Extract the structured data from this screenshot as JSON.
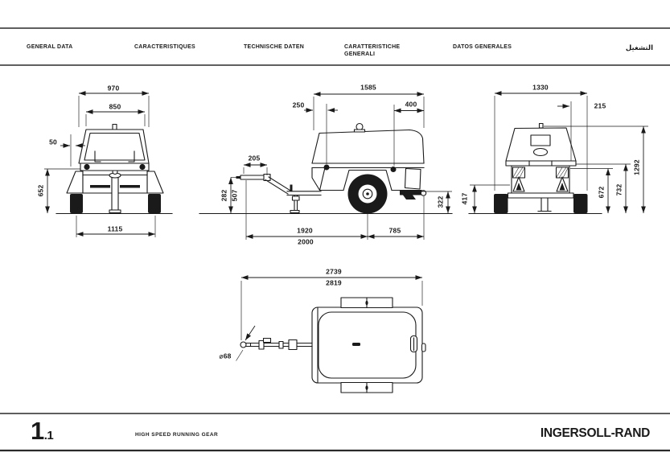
{
  "header": {
    "columns": [
      {
        "label": "GENERAL DATA"
      },
      {
        "label": "CARACTERISTIQUES"
      },
      {
        "label": "TECHNISCHE DATEN"
      },
      {
        "label": "CARATTERISTICHE\nGENERALI"
      },
      {
        "label": "DATOS GENERALES"
      },
      {
        "label": "التشغيل"
      }
    ]
  },
  "views": {
    "front": {
      "dims": {
        "overall_width": "970",
        "canopy_top_width": "850",
        "canopy_overhang": "50",
        "bed_height": "652",
        "track_width": "1115"
      }
    },
    "side": {
      "dims": {
        "body_length": "1585",
        "front_lifting_point": "250",
        "rear_lifting_point": "400",
        "towbar_handle_length": "205",
        "towbar_height_min": "282",
        "towbar_height_max": "507",
        "rear_clearance": "322",
        "eye_to_axle": "1920",
        "eye_to_axle_max": "2000",
        "axle_to_rear": "785"
      }
    },
    "rear": {
      "dims": {
        "overall_width": "1330",
        "canopy_offset": "215",
        "overall_height": "1292",
        "body_height_outer": "732",
        "body_height_inner": "672",
        "frame_height": "417"
      }
    },
    "top": {
      "dims": {
        "overall_length_min": "2739",
        "overall_length_max": "2819",
        "towing_eye_diameter": "⌀68"
      }
    }
  },
  "footer": {
    "section_major": "1",
    "section_minor": ".1",
    "caption": "HIGH SPEED RUNNING GEAR",
    "brand": "INGERSOLL-RAND"
  }
}
